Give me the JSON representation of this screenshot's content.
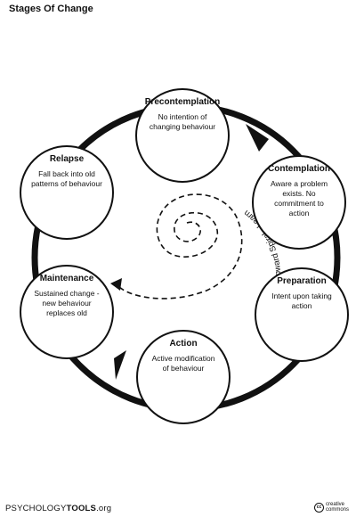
{
  "title": "Stages Of Change",
  "stages": [
    {
      "id": "precontemplation",
      "title": "Precontemplation",
      "desc": "No intention of changing behaviour"
    },
    {
      "id": "contemplation",
      "title": "Contemplation",
      "desc": "Aware a problem exists. No commitment to action"
    },
    {
      "id": "preparation",
      "title": "Preparation",
      "desc": "Intent upon taking action"
    },
    {
      "id": "action",
      "title": "Action",
      "desc": "Active modification of behaviour"
    },
    {
      "id": "maintenance",
      "title": "Maintenance",
      "desc": "Sustained change - new behaviour replaces old"
    },
    {
      "id": "relapse",
      "title": "Relapse",
      "desc": "Fall back into old patterns of behaviour"
    }
  ],
  "spiral_label": "Upward Spiral - Learn from each (re)lapse",
  "footer": {
    "brand_left": "PSYCHOLOGY",
    "brand_bold": "TOOLS",
    "brand_suffix": ".org",
    "badge_text": "creative commons",
    "badge_glyph": "cc"
  },
  "colors": {
    "line": "#111111",
    "background": "#ffffff"
  }
}
